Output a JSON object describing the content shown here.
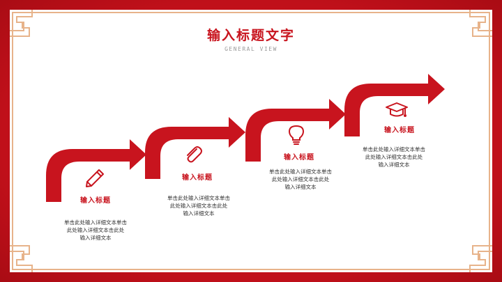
{
  "slide": {
    "title": "输入标题文字",
    "subtitle": "GENERAL VIEW",
    "colors": {
      "accent": "#c8141e",
      "frame": "#e7b38a",
      "text": "#333333"
    }
  },
  "steps": [
    {
      "icon": "pencil-icon",
      "title": "输入标题",
      "desc_lines": [
        "单击此处输入详细文本单击",
        "此处输入详细文本击此处",
        "输入详细文本"
      ]
    },
    {
      "icon": "paperclip-icon",
      "title": "输入标题",
      "desc_lines": [
        "单击此处输入详细文本单击",
        "此处输入详细文本击此处",
        "输入详细文本"
      ]
    },
    {
      "icon": "lightbulb-icon",
      "title": "输入标题",
      "desc_lines": [
        "单击此处输入详细文本单击",
        "此处输入详细文本击此处",
        "输入详细文本"
      ]
    },
    {
      "icon": "graduation-cap-icon",
      "title": "输入标题",
      "desc_lines": [
        "单击此处输入详细文本单击",
        "此处输入详细文本击此处",
        "输入详细文本"
      ]
    }
  ]
}
